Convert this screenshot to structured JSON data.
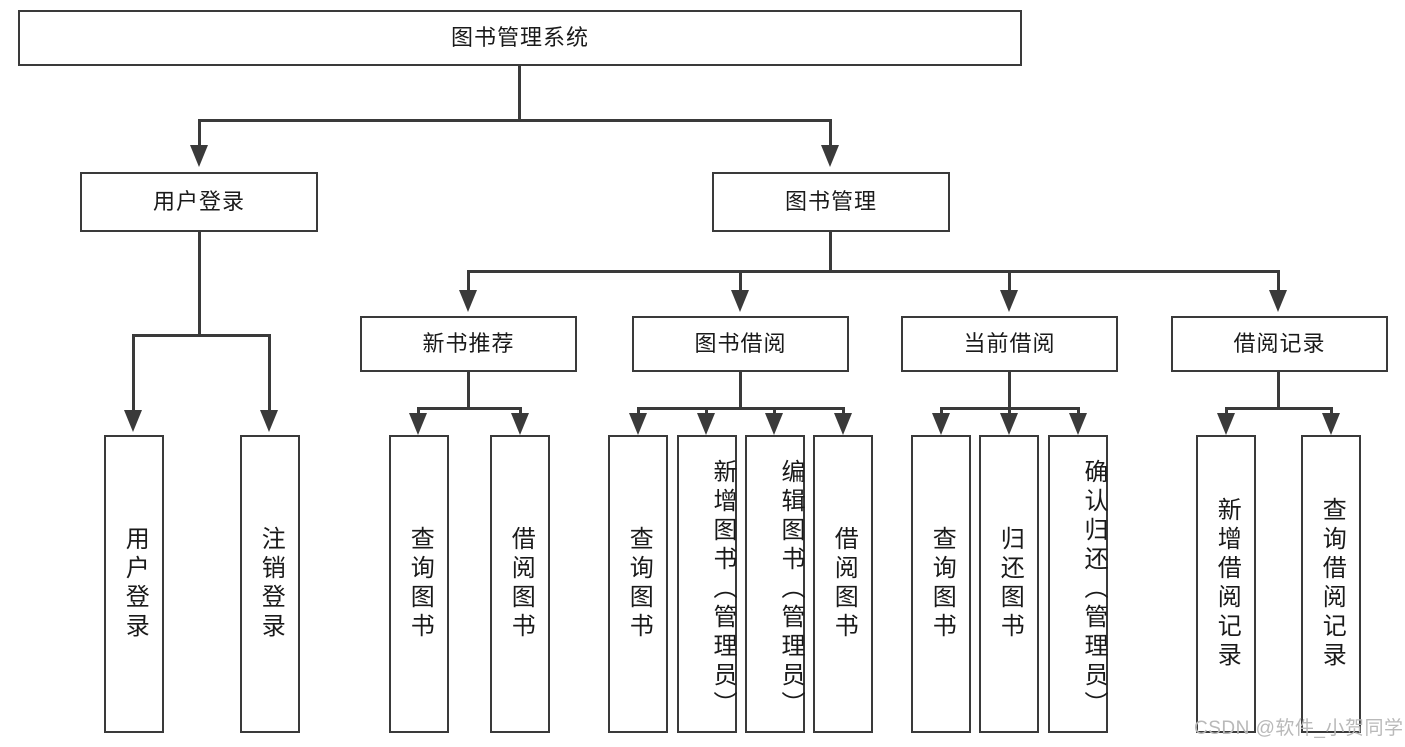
{
  "diagram": {
    "type": "tree-hierarchy",
    "title": "图书管理系统",
    "root": {
      "label": "图书管理系统"
    },
    "level2": [
      {
        "label": "用户登录"
      },
      {
        "label": "图书管理"
      }
    ],
    "level3": [
      {
        "label": "新书推荐"
      },
      {
        "label": "图书借阅"
      },
      {
        "label": "当前借阅"
      },
      {
        "label": "借阅记录"
      }
    ],
    "leaves": {
      "user_login": [
        {
          "label": "用户登录"
        },
        {
          "label": "注销登录"
        }
      ],
      "new_book_recommend": [
        {
          "label": "查询图书"
        },
        {
          "label": "借阅图书"
        }
      ],
      "book_borrow": [
        {
          "label": "查询图书"
        },
        {
          "label": "新增图书（管理员）"
        },
        {
          "label": "编辑图书（管理员）"
        },
        {
          "label": "借阅图书"
        }
      ],
      "current_borrow": [
        {
          "label": "查询图书"
        },
        {
          "label": "归还图书"
        },
        {
          "label": "确认归还（管理员）"
        }
      ],
      "borrow_records": [
        {
          "label": "新增借阅记录"
        },
        {
          "label": "查询借阅记录"
        }
      ]
    }
  },
  "watermark": {
    "text": "CSDN @软件_小贺同学"
  },
  "colors": {
    "stroke": "#3a3a3a",
    "text": "#1a1a1a",
    "background": "#ffffff",
    "watermark": "#b9b9b9"
  }
}
